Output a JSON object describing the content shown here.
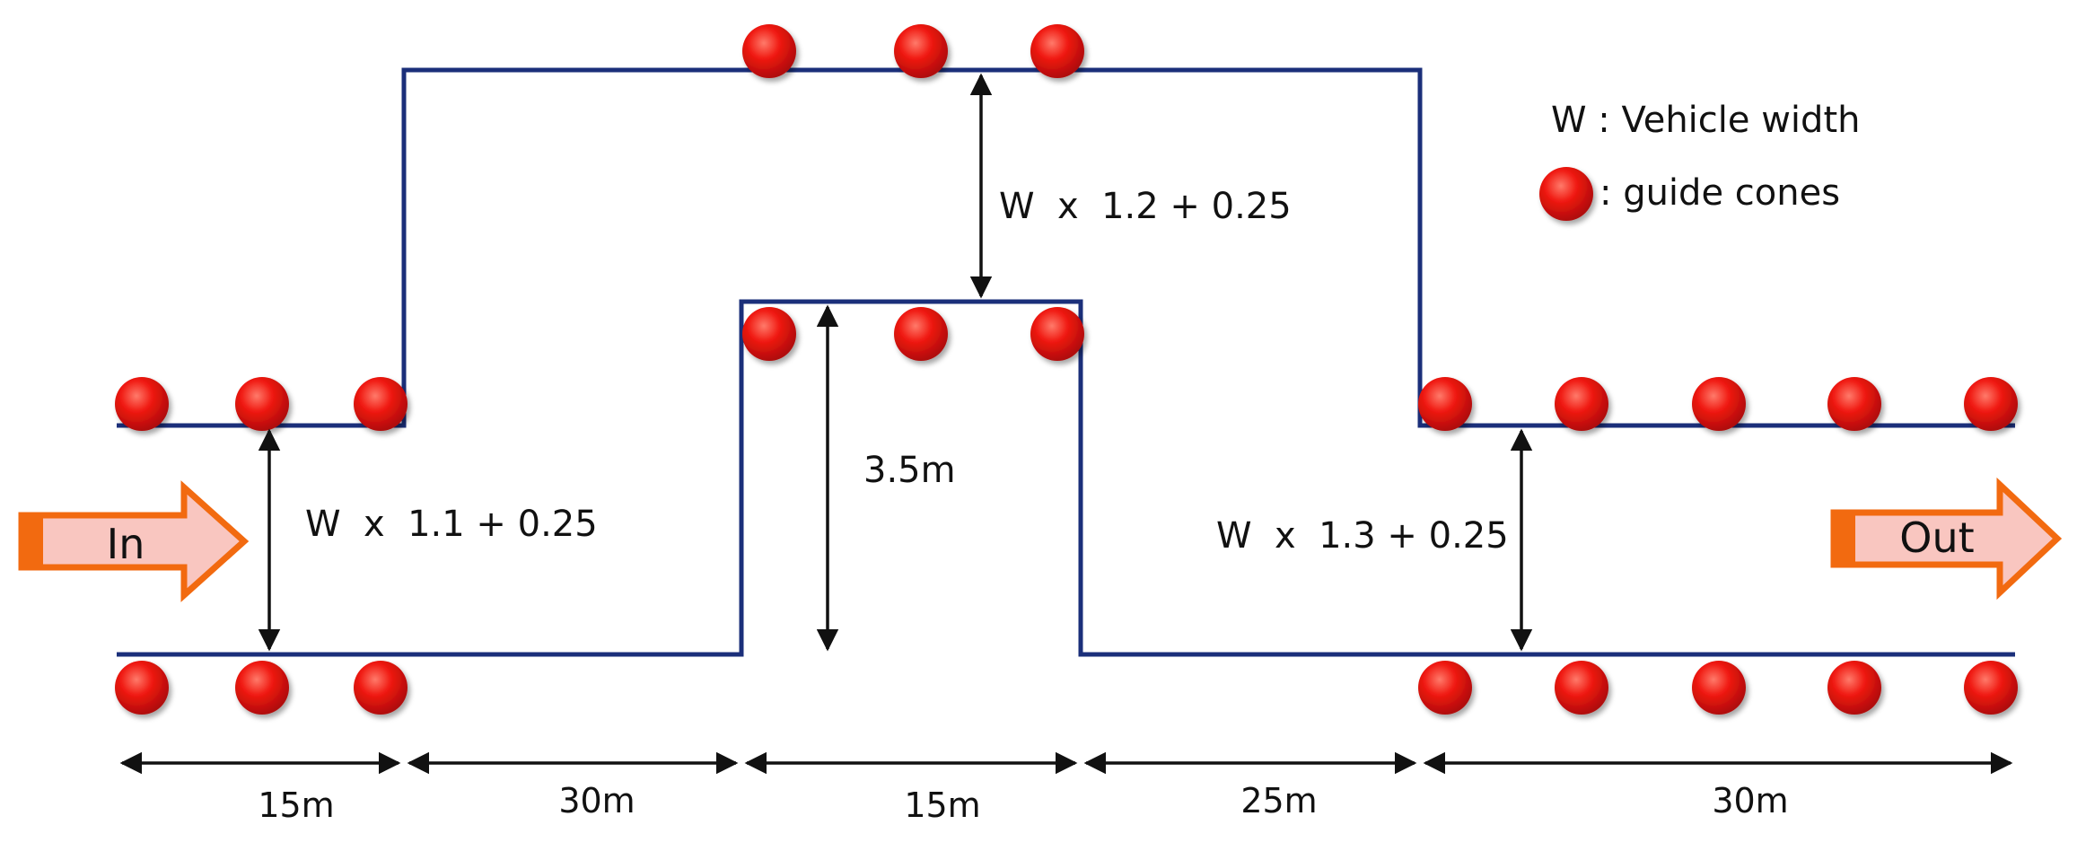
{
  "legend": {
    "vehicle_width": "W : Vehicle width",
    "guide_cones": ": guide cones"
  },
  "labels": {
    "entry_width": "W  x  1.1 + 0.25",
    "middle_width": "W  x  1.2 + 0.25",
    "exit_width": "W  x  1.3 + 0.25",
    "offset": "3.5m"
  },
  "arrows": {
    "in": "In",
    "out": "Out"
  },
  "sections": [
    "15m",
    "30m",
    "15m",
    "25m",
    "30m"
  ],
  "colors": {
    "boundary": "#1b2f7a",
    "cone": "#e8100e",
    "arrow_fill": "#f9c6c0",
    "arrow_stroke": "#f26a10",
    "dimension": "#111111"
  },
  "icons": {
    "cone": "red-circle",
    "direction": "block-arrow"
  }
}
